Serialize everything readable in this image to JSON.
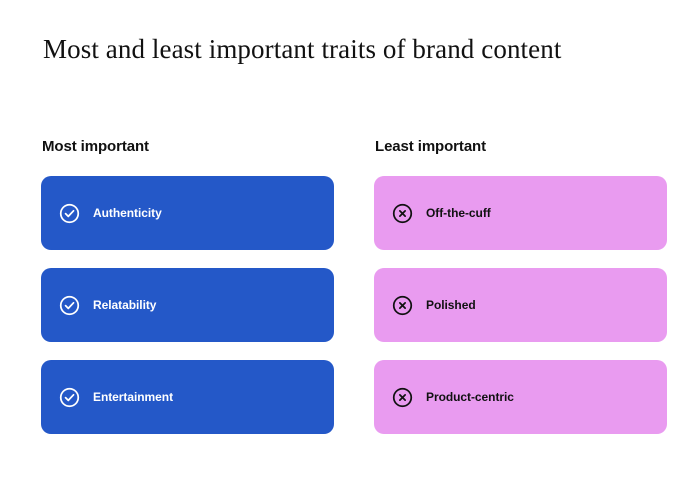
{
  "title": "Most and least important traits of brand content",
  "colors": {
    "positive_card": "#2458c8",
    "negative_card": "#e99bf0",
    "positive_text": "#ffffff",
    "negative_text": "#111111",
    "background": "#ffffff",
    "title_text": "#111111"
  },
  "columns": [
    {
      "header": "Most important",
      "icon": "check-circle-icon",
      "items": [
        {
          "label": "Authenticity"
        },
        {
          "label": "Relatability"
        },
        {
          "label": "Entertainment"
        }
      ]
    },
    {
      "header": "Least important",
      "icon": "x-circle-icon",
      "items": [
        {
          "label": "Off-the-cuff"
        },
        {
          "label": "Polished"
        },
        {
          "label": "Product-centric"
        }
      ]
    }
  ]
}
